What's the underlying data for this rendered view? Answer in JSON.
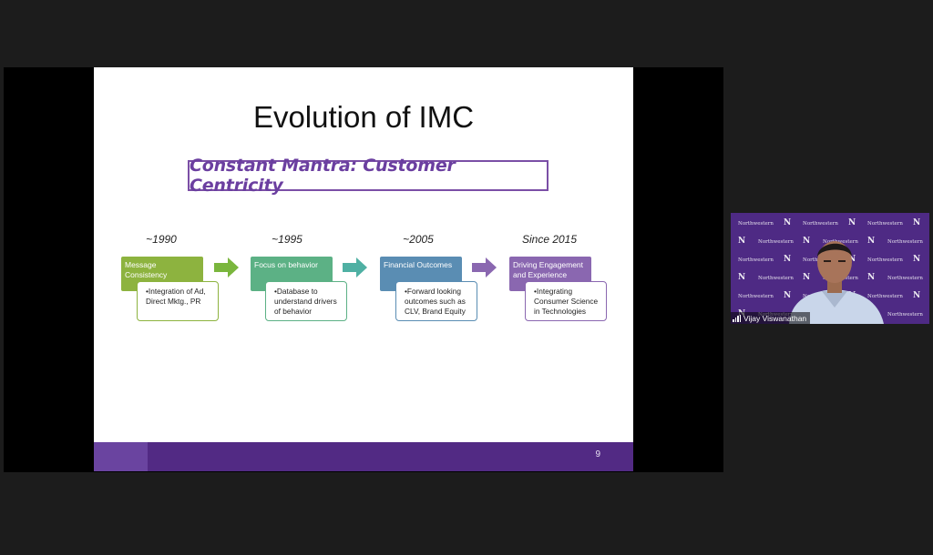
{
  "slide": {
    "title": "Evolution of IMC",
    "mantra": "Constant Mantra: Customer Centricity",
    "page_number": "9",
    "stages": [
      {
        "era": "~1990",
        "heading": "Message Consistency",
        "detail": "•Integration of Ad, Direct Mktg., PR",
        "color": "#8db33f"
      },
      {
        "era": "~1995",
        "heading": "Focus on behavior",
        "detail": "•Database to understand drivers of behavior",
        "color": "#5cb185"
      },
      {
        "era": "~2005",
        "heading": "Financial Outcomes",
        "detail": "•Forward looking outcomes such as CLV, Brand Equity",
        "color": "#5a8db3"
      },
      {
        "era": "Since 2015",
        "heading": "Driving Engagement and Experience",
        "detail": "•Integrating Consumer Science in Technologies",
        "color": "#8a67b0"
      }
    ],
    "arrow_colors": [
      "#7ab63d",
      "#4fb0a3",
      "#4f97b8"
    ]
  },
  "video": {
    "participant_name": "Vijay Viswanathan",
    "background_word": "Northwestern",
    "background_letter": "N",
    "background_color": "#4e2a84"
  }
}
